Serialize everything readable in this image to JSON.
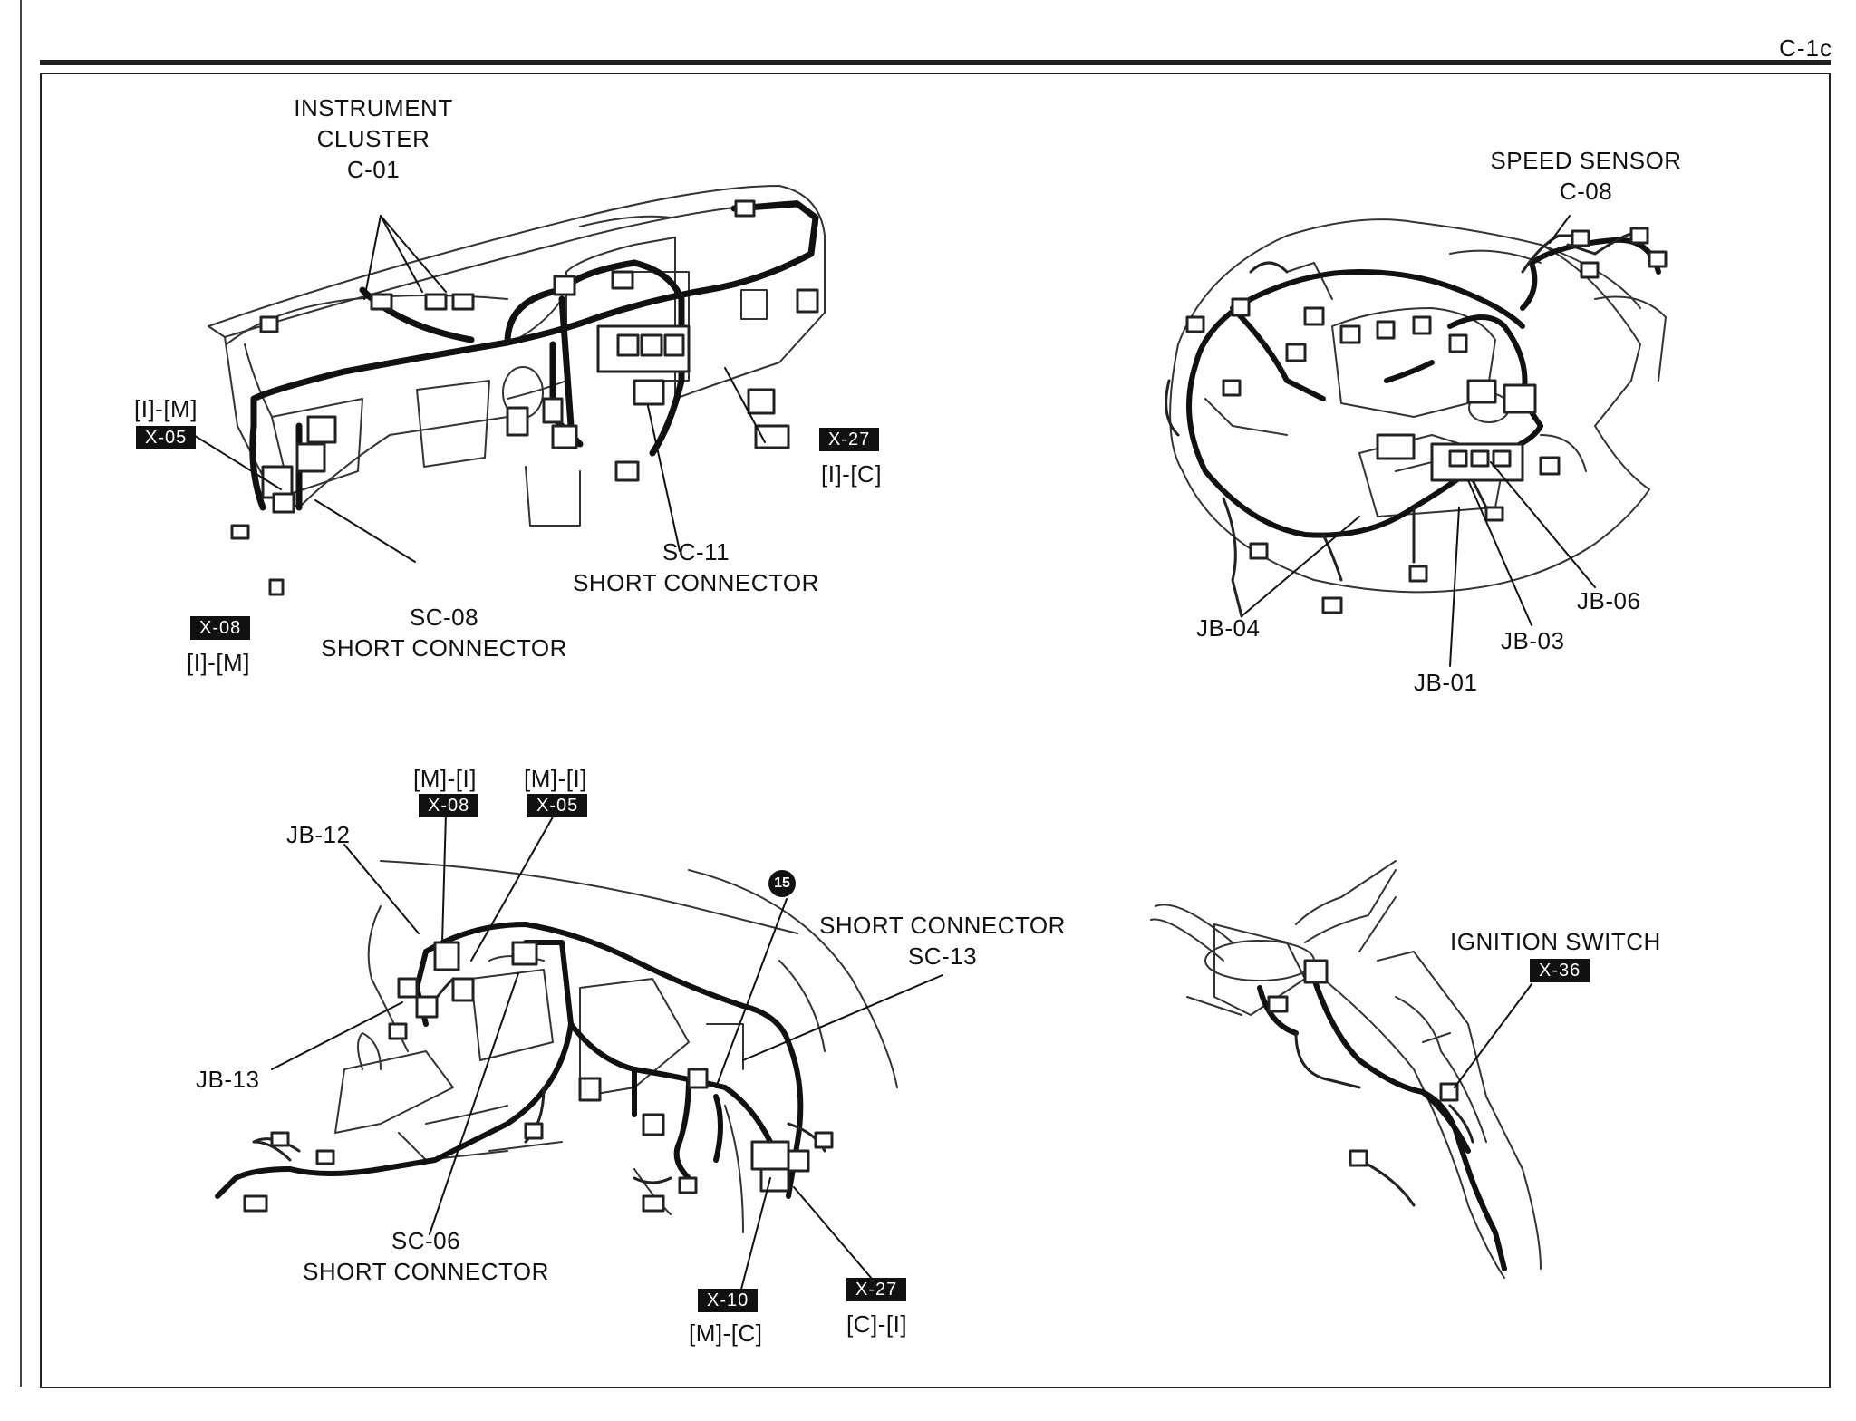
{
  "page": {
    "number": "C-1c"
  },
  "panels": {
    "dashboard": {
      "instrument_cluster": [
        "INSTRUMENT",
        "CLUSTER",
        "C-01"
      ],
      "x05": {
        "code": "[I]-[M]",
        "tag": "X-05"
      },
      "x27": {
        "tag": "X-27",
        "code": "[I]-[C]"
      },
      "x08": {
        "tag": "X-08",
        "code": "[I]-[M]"
      },
      "sc11": [
        "SC-11",
        "SHORT CONNECTOR"
      ],
      "sc08": [
        "SC-08",
        "SHORT CONNECTOR"
      ]
    },
    "engine": {
      "speed_sensor": [
        "SPEED SENSOR",
        "C-08"
      ],
      "jb04": "JB-04",
      "jb06": "JB-06",
      "jb03": "JB-03",
      "jb01": "JB-01"
    },
    "floor": {
      "x08": {
        "code": "[M]-[I]",
        "tag": "X-08"
      },
      "x05": {
        "code": "[M]-[I]",
        "tag": "X-05"
      },
      "jb12": "JB-12",
      "jb13": "JB-13",
      "badge": "15",
      "sc13": [
        "SHORT CONNECTOR",
        "SC-13"
      ],
      "sc06": [
        "SC-06",
        "SHORT CONNECTOR"
      ],
      "x10": {
        "tag": "X-10",
        "code": "[M]-[C]"
      },
      "x27": {
        "tag": "X-27",
        "code": "[C]-[I]"
      }
    },
    "steering": {
      "ignition_switch": "IGNITION SWITCH",
      "x36": "X-36"
    }
  }
}
